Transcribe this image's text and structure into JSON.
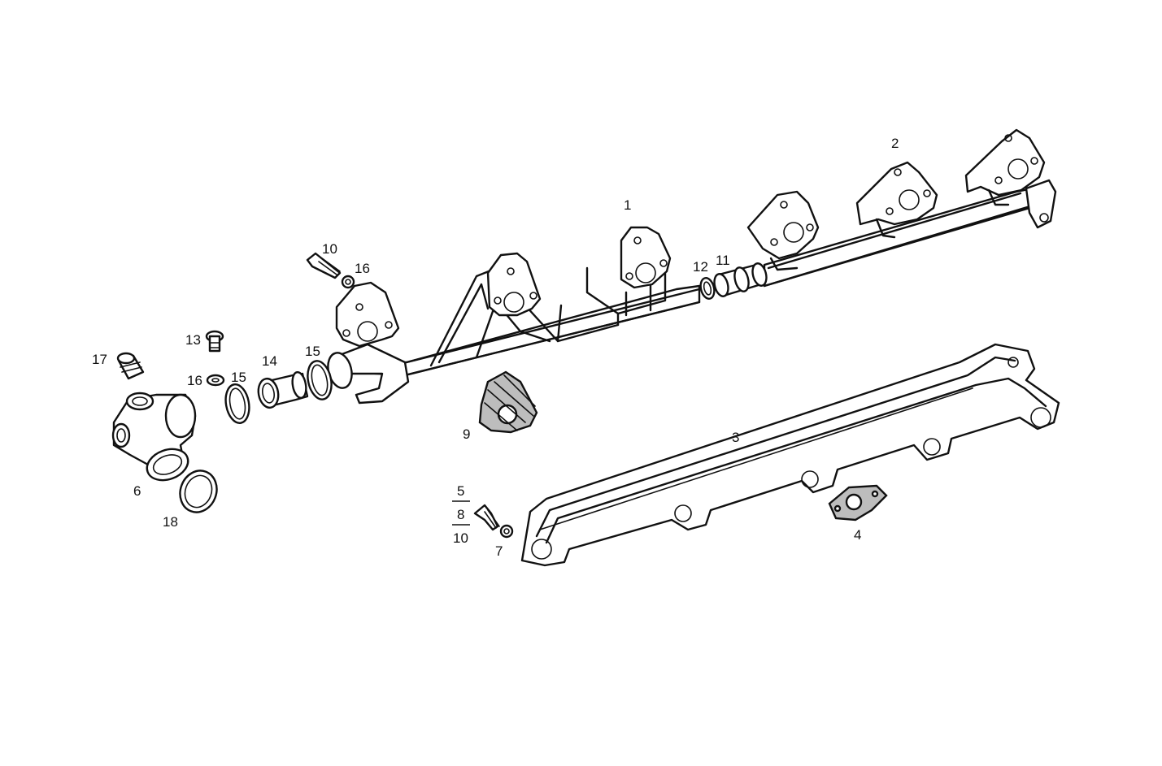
{
  "diagram": {
    "labels": {
      "p1": "1",
      "p2": "2",
      "p3": "3",
      "p4": "4",
      "p5": "5",
      "p6": "6",
      "p7": "7",
      "p8": "8",
      "p9": "9",
      "p10_top": "10",
      "p10_bottom": "10",
      "p11": "11",
      "p12": "12",
      "p13": "13",
      "p14": "14",
      "p15_left": "15",
      "p15_right": "15",
      "p16_top": "16",
      "p16_left": "16",
      "p17": "17",
      "p18": "18"
    }
  }
}
